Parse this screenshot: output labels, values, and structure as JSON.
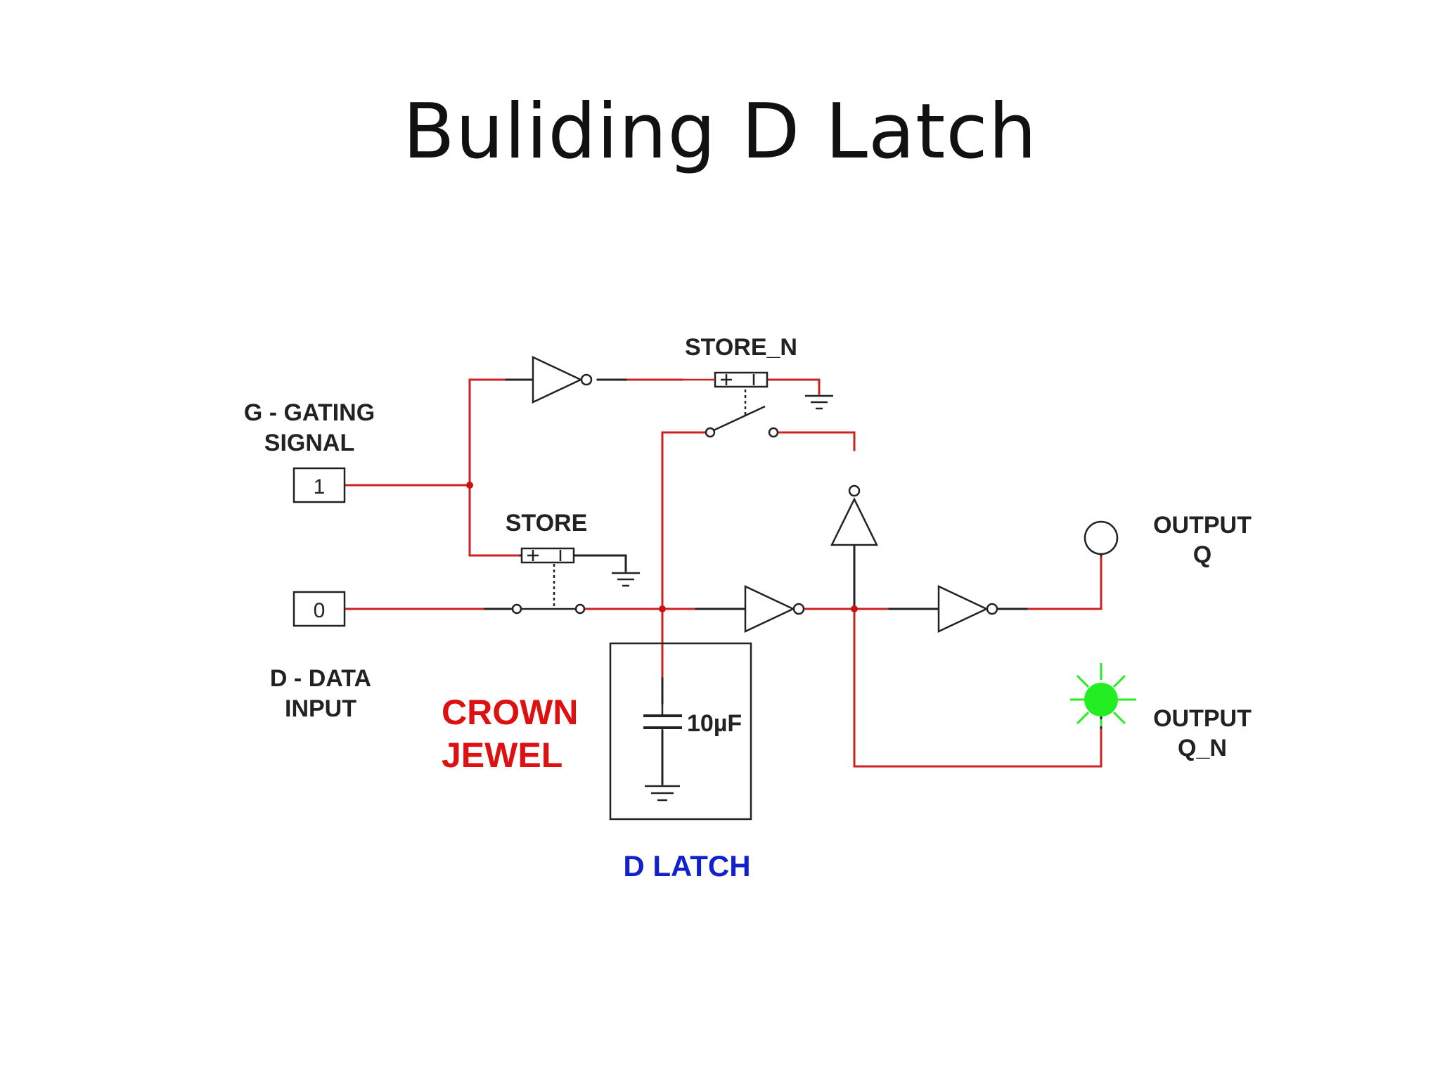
{
  "title": "Buliding D Latch",
  "labels": {
    "gating_line1": "G - GATING",
    "gating_line2": "SIGNAL",
    "data_line1": "D - DATA",
    "data_line2": "INPUT",
    "store": "STORE",
    "store_n": "STORE_N",
    "output_q_line1": "OUTPUT",
    "output_q_line2": "Q",
    "output_qn_line1": "OUTPUT",
    "output_qn_line2": "Q_N",
    "crown_line1": "CROWN",
    "crown_line2": "JEWEL",
    "latch": "D LATCH",
    "capacitor": "10µF"
  },
  "inputs": {
    "gating_value": "1",
    "data_value": "0"
  },
  "colors": {
    "active_wire": "#cc2222",
    "idle_wire": "#222222",
    "junction": "#cc1111",
    "crown_text": "#dd1111",
    "latch_text": "#1122cc",
    "led_on": "#22ee22"
  },
  "led_q_on": false,
  "led_qn_on": true
}
